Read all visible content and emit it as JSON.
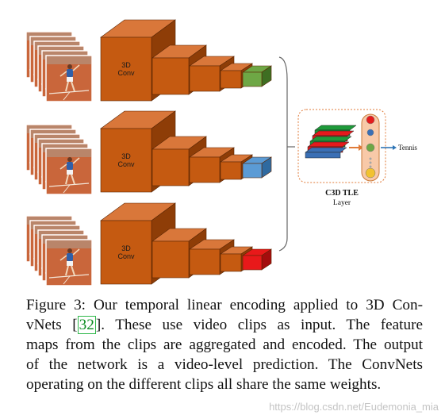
{
  "streams": [
    {
      "conv_line1": "3D",
      "conv_line2": "Conv",
      "output_color": "#6ea745",
      "output_color_dark": "#3e6e22"
    },
    {
      "conv_line1": "3D",
      "conv_line2": "Conv",
      "output_color": "#5b9bd5",
      "output_color_dark": "#2f6aa0"
    },
    {
      "conv_line1": "3D",
      "conv_line2": "Conv",
      "output_color": "#e8191a",
      "output_color_dark": "#a40d0d"
    }
  ],
  "tle": {
    "title": "C3D TLE",
    "subtitle": "Layer",
    "output_label": "Tennis",
    "map_colors": [
      "#1e9a3a",
      "#e41a1c",
      "#3a6fb5"
    ],
    "node_colors": [
      "#e41a1c",
      "#3a6fb5",
      "#6ea745",
      "#a6a6a6",
      "#a6a6a6",
      "#a6a6a6",
      "#f2c230"
    ]
  },
  "colors": {
    "block_front": "#c55a11",
    "block_top": "#d9773a",
    "block_side": "#8e3d07",
    "clip_court": "#c9663b",
    "arrow": "#2e75b6",
    "dash_border": "#e07b39"
  },
  "caption": {
    "line1": "Figure 3: Our temporal linear encoding applied to 3D Con-",
    "line2_pre": "vNets [",
    "line2_cite": "32",
    "line2_post": "].  These use video clips as input.  The feature",
    "line3": "maps from the clips are aggregated and encoded. The output",
    "line4": "of the network is a video-level prediction. The ConvNets",
    "line5": "operating on the different clips all share the same weights."
  },
  "watermark": "https://blog.csdn.net/Eudemonia_mia"
}
